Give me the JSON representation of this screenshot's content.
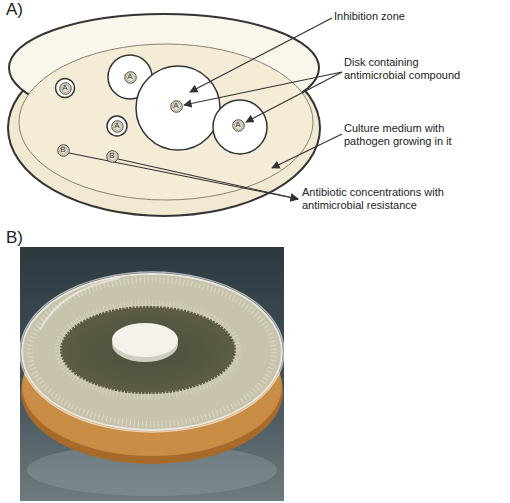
{
  "diagram": {
    "nodes": [
      {
        "text": [
          "A"
        ]
      },
      {
        "text": [
          "A"
        ]
      },
      {
        "text": [
          "A"
        ]
      },
      {
        "text": [
          "A"
        ]
      },
      {
        "text": [
          "A"
        ]
      },
      {
        "text": [
          "B"
        ]
      },
      {
        "text": [
          "B"
        ]
      }
    ],
    "labels": [
      "A)",
      "Inhibition zone",
      "Disk containing antimicrobial compound",
      "Culture medium with pathogen growing in it",
      "Antibiotic concentrations with antimicrobial resistance",
      "B)"
    ]
  }
}
